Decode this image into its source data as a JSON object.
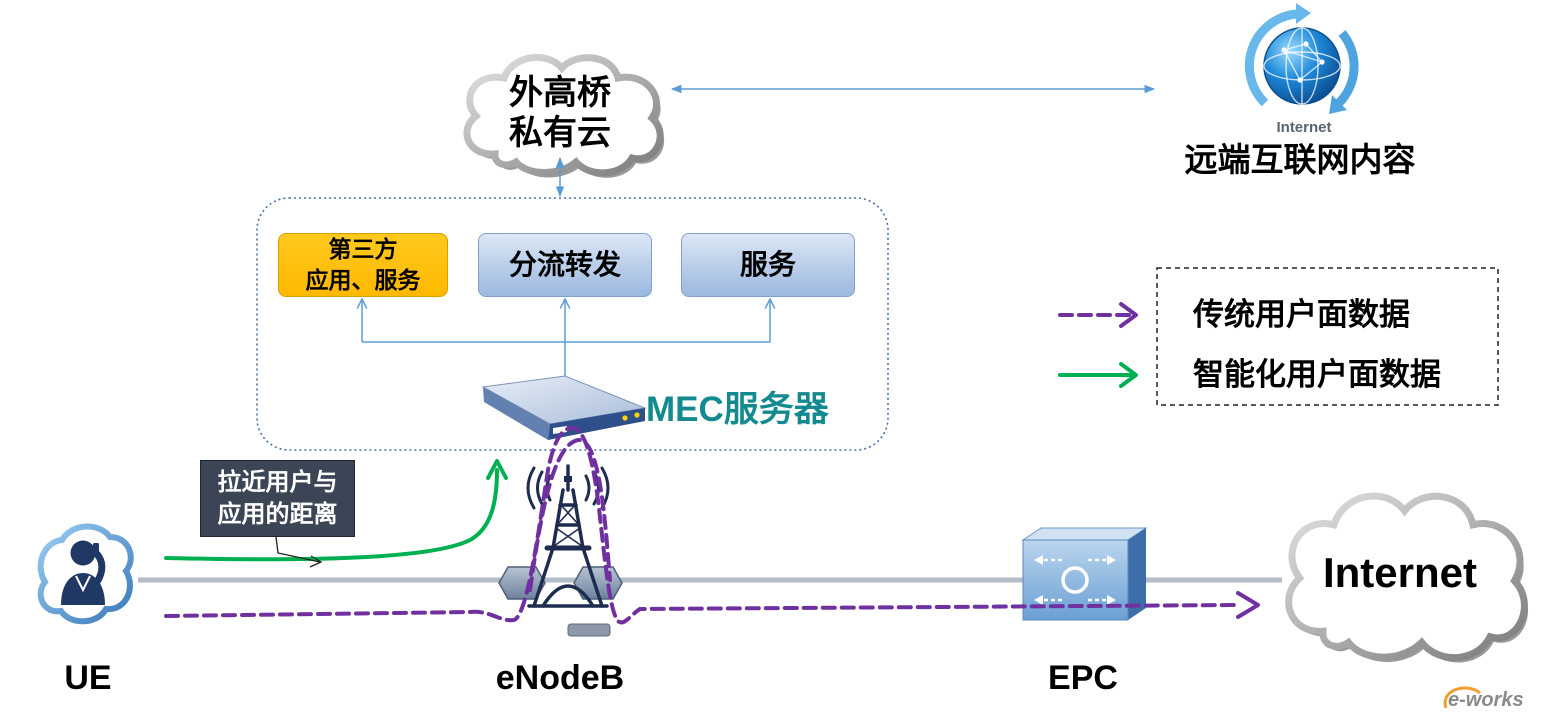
{
  "private_cloud": {
    "line1": "外高桥",
    "line2": "私有云"
  },
  "remote_content": {
    "globe_label": "Internet",
    "caption": "远端互联网内容"
  },
  "mec": {
    "boxes": [
      {
        "line1": "第三方",
        "line2": "应用、服务"
      },
      {
        "label": "分流转发"
      },
      {
        "label": "服务"
      }
    ],
    "server_label": "MEC服务器"
  },
  "legend": {
    "traditional_label": "传统用户面数据",
    "smart_label": "智能化用户面数据"
  },
  "callout": {
    "line1": "拉近用户与",
    "line2": "应用的距离"
  },
  "nodes": {
    "ue": "UE",
    "enodeb": "eNodeB",
    "epc": "EPC",
    "internet": "Internet"
  },
  "watermark": "e-works",
  "colors": {
    "traditional_flow": "#7030A0",
    "smart_flow": "#00B050",
    "mec_label": "#138A8F",
    "link_line": "#B4BCC8",
    "connector": "#5B9BD5",
    "callout_box": "#3B4555"
  },
  "icons": {
    "ue": "person-phone-icon",
    "enodeb": "cell-tower-icon",
    "mec_server": "server-icon",
    "epc": "epc-switch-icon",
    "remote": "internet-globe-icon",
    "clouds": "cloud-icon"
  }
}
